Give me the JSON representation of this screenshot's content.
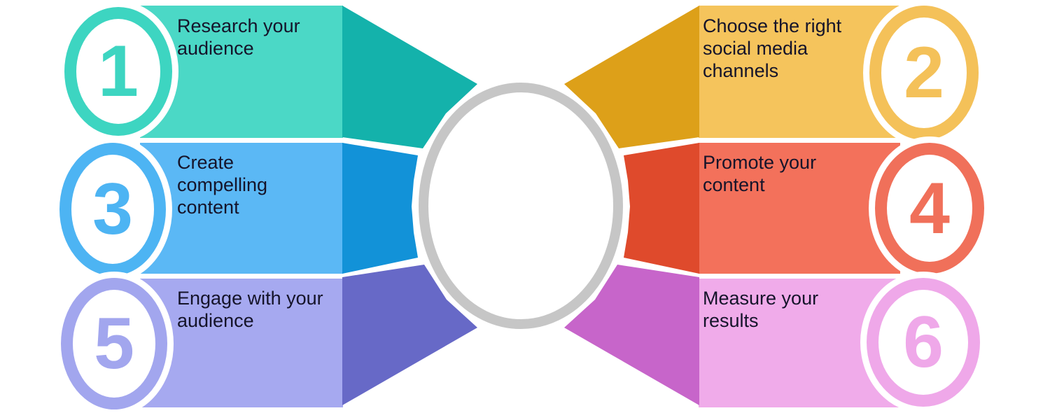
{
  "background": "#ffffff",
  "text_color": "#15142a",
  "center": {
    "ring_color": "#c6c6c6",
    "fill": "#ffffff"
  },
  "items": [
    {
      "number": "1",
      "label": "Research your audience",
      "lines": [
        "Research your",
        "audience"
      ],
      "position": "top-left",
      "colors": {
        "light": "#4bd8c6",
        "dark": "#14b2ab",
        "ring": "#3dd5c1"
      }
    },
    {
      "number": "2",
      "label": "Choose the right social media channels",
      "lines": [
        "Choose the right",
        "social media",
        "channels"
      ],
      "position": "top-right",
      "colors": {
        "light": "#f5c45c",
        "dark": "#dda019",
        "ring": "#f4c159"
      }
    },
    {
      "number": "3",
      "label": "Create compelling content",
      "lines": [
        "Create",
        "compelling",
        "content"
      ],
      "position": "middle-left",
      "colors": {
        "light": "#5bb8f5",
        "dark": "#1292d8",
        "ring": "#4db4f3"
      }
    },
    {
      "number": "4",
      "label": "Promote your content",
      "lines": [
        "Promote your",
        "content"
      ],
      "position": "middle-right",
      "colors": {
        "light": "#f3715b",
        "dark": "#df4a2c",
        "ring": "#f0705a"
      }
    },
    {
      "number": "5",
      "label": "Engage with your audience",
      "lines": [
        "Engage with your",
        "audience"
      ],
      "position": "bottom-left",
      "colors": {
        "light": "#a6a9f0",
        "dark": "#6769c7",
        "ring": "#a2a6ee"
      }
    },
    {
      "number": "6",
      "label": "Measure your results",
      "lines": [
        "Measure your",
        "results"
      ],
      "position": "bottom-right",
      "colors": {
        "light": "#f0abea",
        "dark": "#c765ca",
        "ring": "#efa8e9"
      }
    }
  ]
}
